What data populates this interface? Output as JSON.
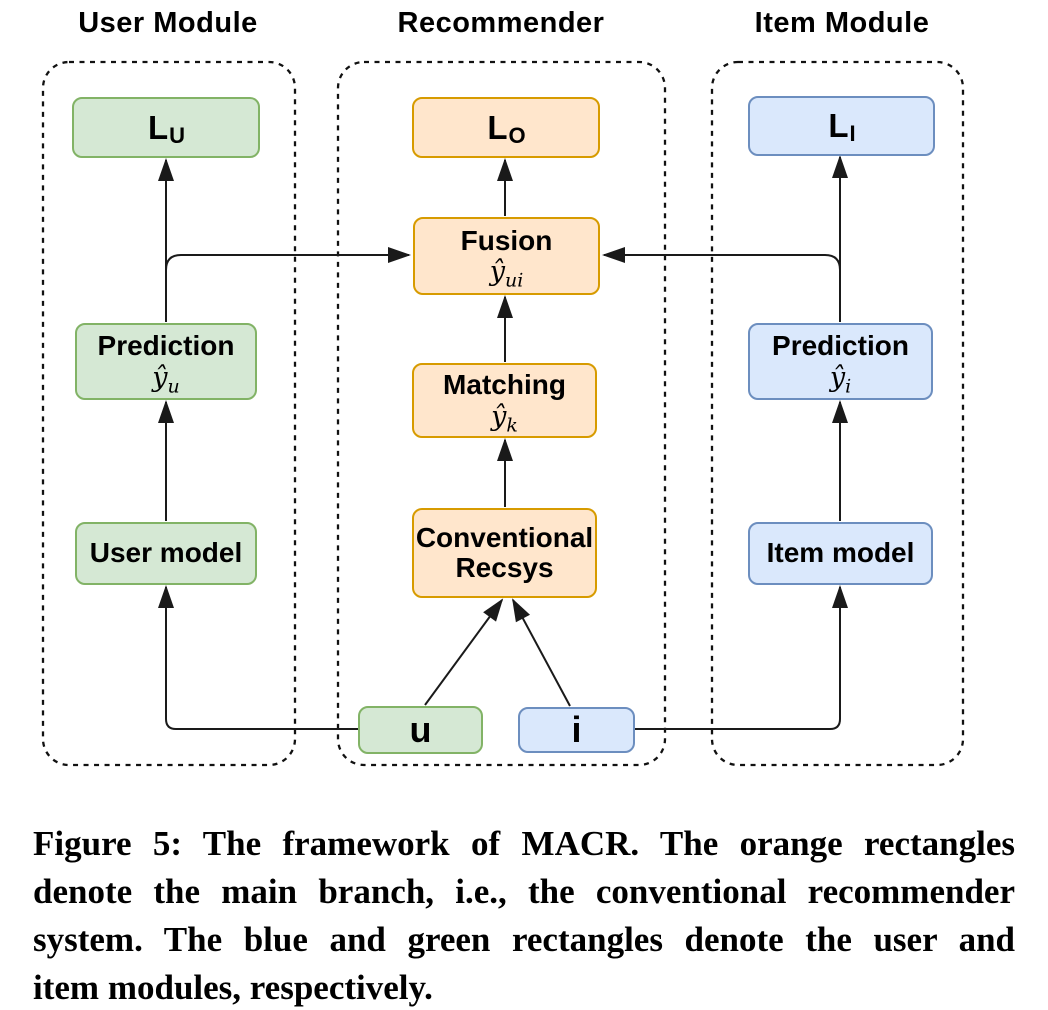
{
  "diagram": {
    "user_module": {
      "title": "User Module",
      "loss": {
        "base": "L",
        "sub": "U"
      },
      "prediction": {
        "label": "Prediction",
        "math_base": "ŷ",
        "math_sub": "u"
      },
      "model": {
        "label": "User model"
      },
      "input": {
        "label": "u"
      }
    },
    "recommender": {
      "title": "Recommender",
      "loss": {
        "base": "L",
        "sub": "O"
      },
      "fusion": {
        "label": "Fusion",
        "math_base": "ŷ",
        "math_sub": "ui"
      },
      "matching": {
        "label": "Matching",
        "math_base": "ŷ",
        "math_sub": "k"
      },
      "conventional": {
        "label": "Conventional\nRecsys"
      }
    },
    "item_module": {
      "title": "Item Module",
      "loss": {
        "base": "L",
        "sub": "I"
      },
      "prediction": {
        "label": "Prediction",
        "math_base": "ŷ",
        "math_sub": "i"
      },
      "model": {
        "label": "Item model"
      },
      "input": {
        "label": "i"
      }
    },
    "colors": {
      "green_fill": "#d5e8d4",
      "green_border": "#82b366",
      "orange_fill": "#ffe6cc",
      "orange_border": "#d79b00",
      "blue_fill": "#dae8fc",
      "blue_border": "#6c8ebf",
      "line": "#1a1a1a"
    }
  },
  "caption": {
    "lines": [
      "Figure 5: The framework of MACR. The orange rectangles",
      "denote the main branch, i.e., the conventional recommender",
      "system. The blue and green rectangles denote the user and",
      "item modules, respectively."
    ]
  }
}
